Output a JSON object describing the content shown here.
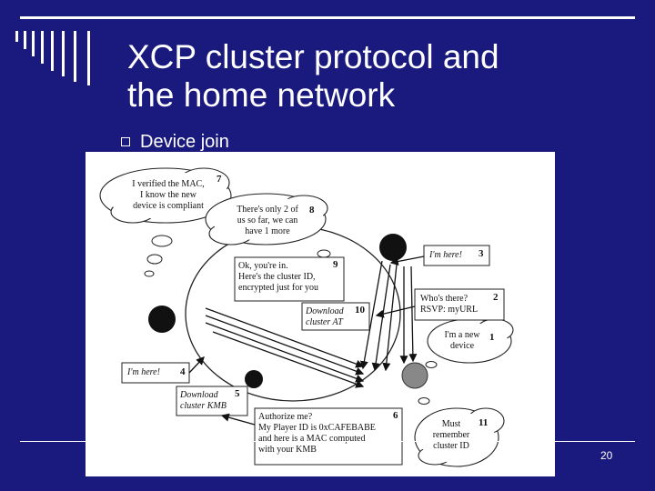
{
  "slide": {
    "title_line1": "XCP cluster protocol and",
    "title_line2": "the home network",
    "bullet": "Device join",
    "page_number": "20"
  },
  "figure": {
    "clouds": [
      {
        "text": "I verified the MAC,\nI know the new\ndevice is compliant",
        "num": "7"
      },
      {
        "text": "There's only 2 of\nus so far, we can\nhave 1 more",
        "num": "8"
      },
      {
        "text": "Must\nremember\ncluster ID",
        "num": "11"
      },
      {
        "text": "I'm a new\ndevice",
        "num": "1"
      }
    ],
    "boxes": [
      {
        "text": "Ok, you're in.\nHere's the cluster ID,\nencrypted just for you",
        "num": "9"
      },
      {
        "text": "Download\ncluster AT",
        "num": "10"
      },
      {
        "text": "I'm here!",
        "num": "3"
      },
      {
        "text": "Who's there?\nRSVP: myURL",
        "num": "2"
      },
      {
        "text": "I'm here!",
        "num": "4"
      },
      {
        "text": "Download\ncluster KMB",
        "num": "5"
      },
      {
        "text": "Authorize me?\nMy Player ID is 0xCAFEBABE\nand here is a MAC computed\nwith your KMB",
        "num": "6"
      }
    ]
  },
  "colors": {
    "background": "#1a1a7e",
    "text": "#ffffff",
    "figure_bg": "#ffffff"
  }
}
